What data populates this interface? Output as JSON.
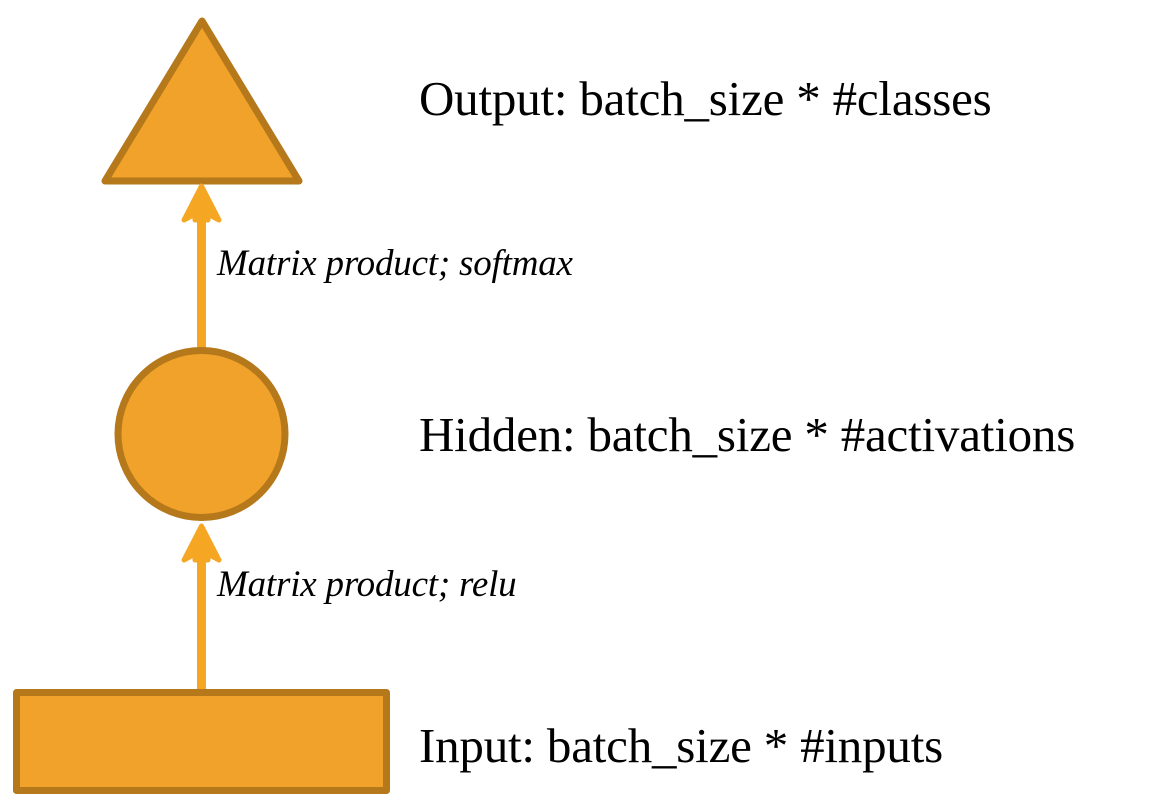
{
  "diagram": {
    "title": "Neural network layer diagram",
    "background_color": "#FFFFFF",
    "shape_fill_color": "#F0A22A",
    "shape_stroke_color": "#B5781A",
    "arrow_color": "#F5A623",
    "text_color": "#000000",
    "nodes": [
      {
        "id": "output",
        "shape": "triangle",
        "label": "Output: batch_size * #classes",
        "icon": "triangle-shape"
      },
      {
        "id": "hidden",
        "shape": "circle",
        "label": "Hidden: batch_size * #activations",
        "icon": "circle-shape"
      },
      {
        "id": "input",
        "shape": "rectangle",
        "label": "Input: batch_size * #inputs",
        "icon": "rectangle-shape"
      }
    ],
    "edges": [
      {
        "id": "hidden-to-output",
        "from": "hidden",
        "to": "output",
        "label": "Matrix product; softmax",
        "icon": "up-arrow-icon"
      },
      {
        "id": "input-to-hidden",
        "from": "input",
        "to": "hidden",
        "label": "Matrix product; relu",
        "icon": "up-arrow-icon"
      }
    ]
  }
}
